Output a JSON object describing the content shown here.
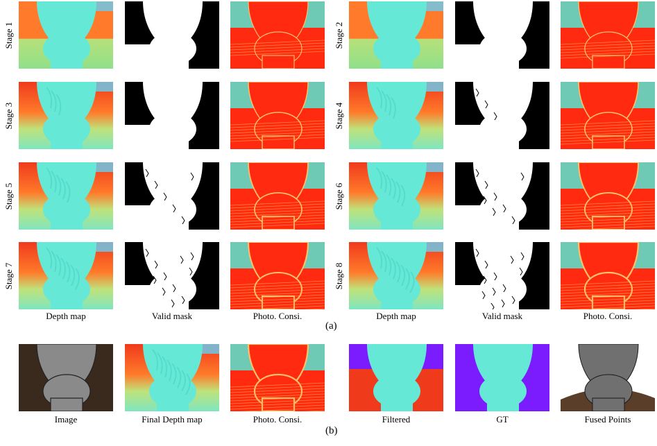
{
  "panel_a": {
    "label": "(a)",
    "stages": [
      {
        "label": "Stage 1",
        "level": 1
      },
      {
        "label": "Stage 2",
        "level": 2
      },
      {
        "label": "Stage 3",
        "level": 3
      },
      {
        "label": "Stage 4",
        "level": 4
      },
      {
        "label": "Stage 5",
        "level": 5
      },
      {
        "label": "Stage 6",
        "level": 6
      },
      {
        "label": "Stage 7",
        "level": 7
      },
      {
        "label": "Stage 8",
        "level": 8
      }
    ],
    "column_captions": [
      "Depth map",
      "Valid mask",
      "Photo. Consi.",
      "Depth map",
      "Valid mask",
      "Photo. Consi."
    ]
  },
  "panel_b": {
    "label": "(b)",
    "captions": [
      "Image",
      "Final Depth map",
      "Photo. Consi.",
      "Filtered",
      "GT",
      "Fused Points"
    ]
  },
  "colors": {
    "depth_cyan": "#66e8d6",
    "depth_red": "#f03a1c",
    "depth_orange": "#ff7a2a",
    "consistency_red": "#ff2a10",
    "filtered_purple": "#7b1cff",
    "mask_white": "#ffffff",
    "mask_black": "#000000"
  }
}
